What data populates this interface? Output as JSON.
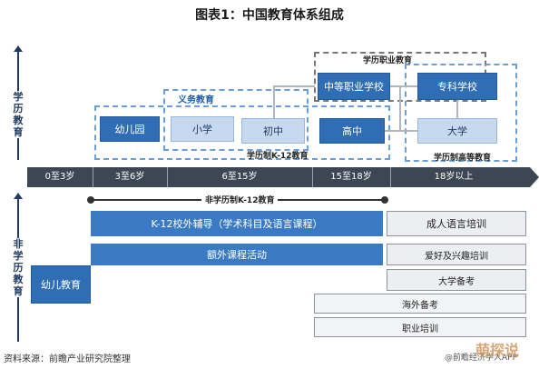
{
  "title": "图表1：中国教育体系组成",
  "left_labels": {
    "academic": "学历教育",
    "non_academic": "非学历教育"
  },
  "academic": {
    "boxes": {
      "kindergarten": "幼儿园",
      "primary": "小学",
      "junior_high": "初中",
      "senior_high": "高中",
      "vocational_secondary": "中等职业学校",
      "vocational_college": "专科学校",
      "university": "大学"
    },
    "groups": {
      "compulsory": "义务教育",
      "vocational": "学历职业教育",
      "k12": "学历制K-12教育",
      "higher": "学历制高等教育"
    }
  },
  "age_bar": {
    "segments": [
      "0至3岁",
      "3至6岁",
      "6至15岁",
      "15至18岁",
      "18岁以上"
    ]
  },
  "non_academic": {
    "k12_label": "非学历制K-12教育",
    "bars": {
      "tutoring": "K-12校外辅导（学术科目及语言课程）",
      "extracurricular": "额外课程活动",
      "early_education": "幼儿教育"
    },
    "right_boxes": [
      "成人语言培训",
      "爱好及兴趣培训",
      "大学备考",
      "海外备考",
      "职业培训"
    ]
  },
  "footer": {
    "source": "资料来源：前瞻产业研究院整理",
    "brand": "@前瞻经济学人APP",
    "watermark": "萌探说"
  },
  "colors": {
    "dark_blue": "#2f6db5",
    "light_blue": "#c7d9ef",
    "age_bar": "#3d4653",
    "gray_box": "#eceef2",
    "dash_blue": "#6aa0d6"
  }
}
